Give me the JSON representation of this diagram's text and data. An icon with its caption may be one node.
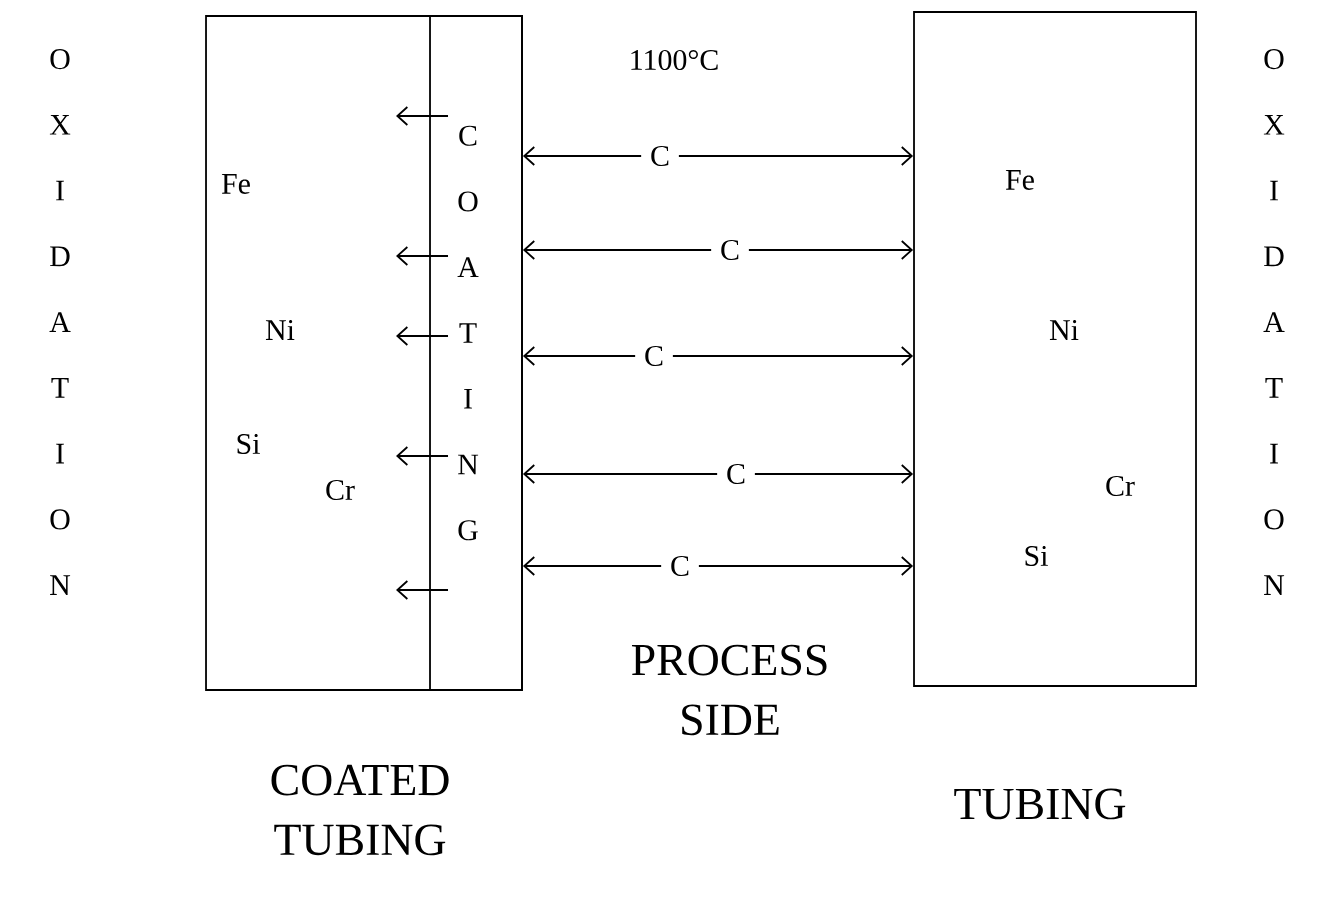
{
  "diagram": {
    "nodes": [
      {
        "text": [
          "Fe",
          "Ni",
          "Si",
          "Cr"
        ],
        "beside": [
          "COATED TUBING"
        ]
      },
      {
        "text": [
          "COATING"
        ],
        "in": 0
      },
      {
        "text": [
          "Fe",
          "Ni",
          "Cr",
          "Si"
        ],
        "beside": [
          "TUBING"
        ]
      },
      {
        "text": [
          "C"
        ]
      },
      {
        "text": [
          "C"
        ]
      },
      {
        "text": [
          "C"
        ]
      },
      {
        "text": [
          "C"
        ]
      },
      {
        "text": [
          "C"
        ]
      }
    ],
    "edges": [
      {
        "from": 3,
        "to": 1,
        "arrow": "to"
      },
      {
        "from": 3,
        "to": 2,
        "arrow": "to"
      },
      {
        "from": 4,
        "to": 1,
        "arrow": "to"
      },
      {
        "from": 4,
        "to": 2,
        "arrow": "to"
      },
      {
        "from": 5,
        "to": 1,
        "arrow": "to"
      },
      {
        "from": 5,
        "to": 2,
        "arrow": "to"
      },
      {
        "from": 6,
        "to": 1,
        "arrow": "to"
      },
      {
        "from": 6,
        "to": 2,
        "arrow": "to"
      },
      {
        "from": 7,
        "to": 1,
        "arrow": "to"
      },
      {
        "from": 7,
        "to": 2,
        "arrow": "to"
      }
    ],
    "labels": [
      "OXIDATION",
      "1100°C",
      "OXIDATION",
      "PROCESS SIDE"
    ]
  }
}
